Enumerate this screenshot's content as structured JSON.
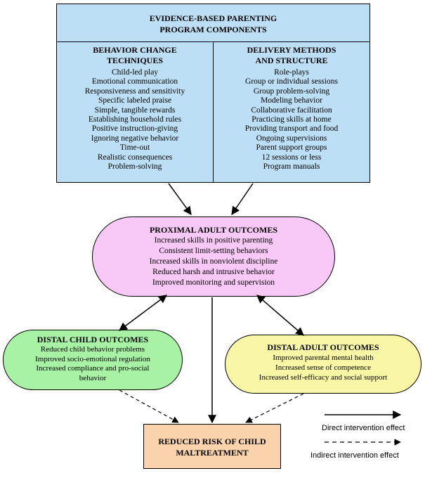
{
  "top_box": {
    "title_line1": "EVIDENCE-BASED PARENTING",
    "title_line2": "PROGRAM COMPONENTS",
    "left": {
      "heading_line1": "BEHAVIOR CHANGE",
      "heading_line2": "TECHNIQUES",
      "items": [
        "Child-led play",
        "Emotional communication",
        "Responsiveness and sensitivity",
        "Specific labeled praise",
        "Simple, tangible rewards",
        "Establishing household rules",
        "Positive instruction-giving",
        "Ignoring negative behavior",
        "Time-out",
        "Realistic consequences",
        "Problem-solving"
      ]
    },
    "right": {
      "heading_line1": "DELIVERY METHODS",
      "heading_line2": "AND STRUCTURE",
      "items": [
        "Role-plays",
        "Group or individual sessions",
        "Group problem-solving",
        "Modeling behavior",
        "Collaborative facilitation",
        "Practicing skills at home",
        "Providing transport and food",
        "Ongoing supervisions",
        "Parent support groups",
        "12 sessions or less",
        "Program manuals"
      ]
    }
  },
  "proximal": {
    "title": "PROXIMAL ADULT OUTCOMES",
    "items": [
      "Increased skills in positive parenting",
      "Consistent limit-setting behaviors",
      "Increased skills in nonviolent discipline",
      "Reduced harsh and intrusive behavior",
      "Improved monitoring and supervision"
    ]
  },
  "distal_child": {
    "title": "DISTAL CHILD OUTCOMES",
    "items": [
      "Reduced child behavior problems",
      "Improved socio-emotional regulation",
      "Increased compliance and pro-social",
      "behavior"
    ]
  },
  "distal_adult": {
    "title": "DISTAL ADULT OUTCOMES",
    "items": [
      "Improved parental mental health",
      "Increased sense of competence",
      "Increased self-efficacy and social support"
    ]
  },
  "outcome": {
    "title_line1": "REDUCED RISK OF CHILD",
    "title_line2": "MALTREATMENT"
  },
  "legend": {
    "direct": "Direct intervention effect",
    "indirect": "Indirect intervention effect"
  },
  "colors": {
    "top_box": "#bcdff5",
    "proximal": "#f8c8f6",
    "distal_child": "#a7f2a4",
    "distal_adult": "#f9f7a5",
    "outcome": "#fad3ac"
  }
}
